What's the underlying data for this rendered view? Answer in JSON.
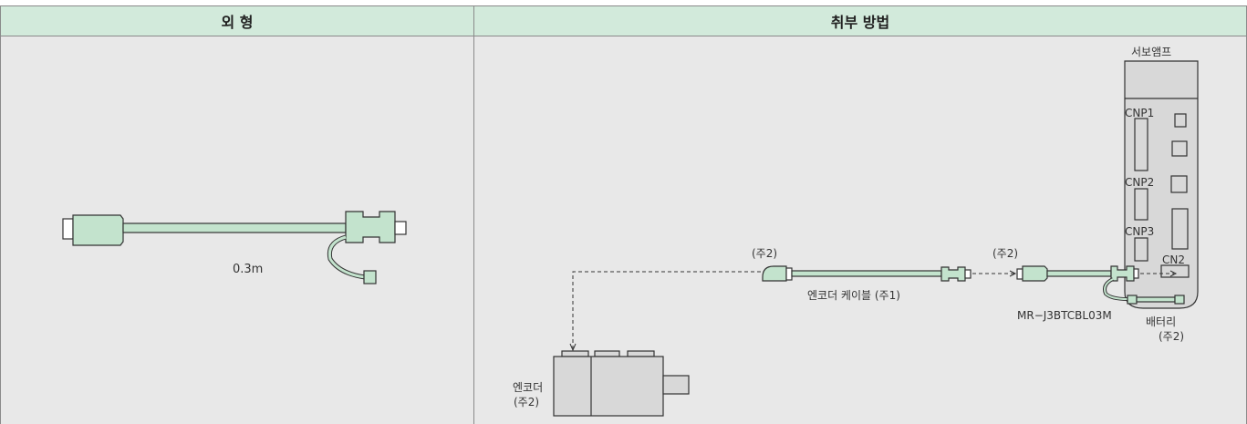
{
  "headers": {
    "appearance": "외 형",
    "mounting": "취부 방법"
  },
  "appearance": {
    "cable_length": "0.3m"
  },
  "mounting": {
    "servo_amp": "서보앰프",
    "cnp1": "CNP1",
    "cnp2": "CNP2",
    "cnp3": "CNP3",
    "cn2": "CN2",
    "note_left": "(주2)",
    "note_mid": "(주2)",
    "encoder_cable": "엔코더 케이블 (주1)",
    "model": "MR−J3BTCBL03M",
    "battery": "배터리",
    "battery_note": "(주2)",
    "encoder": "엔코더",
    "encoder_note": "(주2)"
  },
  "colors": {
    "header_bg": "#d2eadb",
    "panel_bg": "#e8e8e8",
    "connector": "#c3e3cd",
    "amp_body": "#d8d8d8"
  }
}
